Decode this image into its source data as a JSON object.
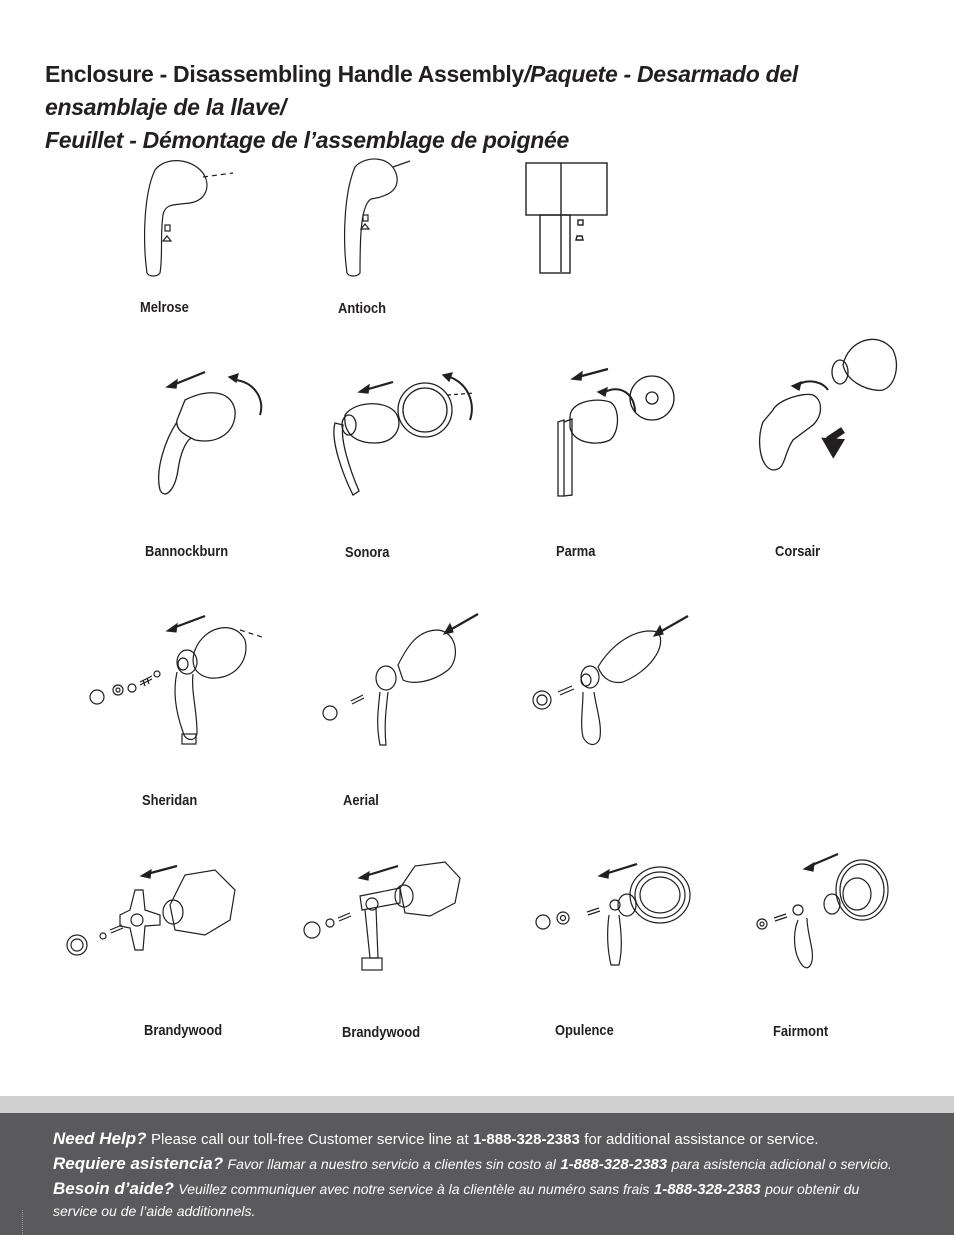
{
  "title": {
    "part1": "Enclosure - Disassembling Handle Assembly",
    "part2": "/Paquete - Desarmado del ensamblaje de la llave/",
    "part3": "Feuillet - Démontage de l’assemblage de poignée"
  },
  "labels": {
    "melrose": "Melrose",
    "antioch": "Antioch",
    "bannockburn": "Bannockburn",
    "sonora": "Sonora",
    "parma": "Parma",
    "corsair": "Corsair",
    "sheridan": "Sheridan",
    "aerial": "Aerial",
    "brandywood1": "Brandywood",
    "brandywood2": "Brandywood",
    "opulence": "Opulence",
    "fairmont": "Fairmont"
  },
  "help": {
    "en_heading": "Need Help?",
    "en_text1": "Please call our toll-free Customer service line at",
    "en_phone": "1-888-328-2383",
    "en_text2": "for additional assistance or service.",
    "es_heading": "Requiere asistencia?",
    "es_text1": "Favor llamar a nuestro servicio a clientes sin costo al",
    "es_phone": "1-888-328-2383",
    "es_text2": "para asistencia adicional o servicio.",
    "fr_heading": "Besoin d’aide?",
    "fr_text1": "Veuillez communiquer avec notre service à la clientèle au numéro sans frais",
    "fr_phone": "1-888-328-2383",
    "fr_text2": "pour obtenir du",
    "fr_text3": "service ou de l’aide additionnels."
  }
}
